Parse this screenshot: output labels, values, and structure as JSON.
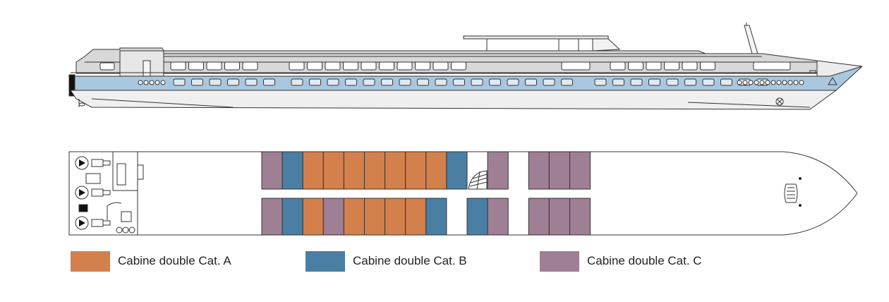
{
  "colors": {
    "cat_a": "#d4804d",
    "cat_b": "#4a7fa3",
    "cat_c": "#9e7f94",
    "hull_band": "#a9c8df",
    "superstructure": "#d8d8d8",
    "line": "#333333"
  },
  "legend": [
    {
      "label": "Cabine double Cat. A",
      "color_key": "cat_a"
    },
    {
      "label": "Cabine double Cat. B",
      "color_key": "cat_b"
    },
    {
      "label": "Cabine double Cat. C",
      "color_key": "cat_c"
    }
  ],
  "deck_plan": {
    "top_row": [
      "C",
      "B",
      "A",
      "A",
      "A",
      "A",
      "A",
      "A",
      "A",
      "B",
      "stair",
      "C",
      "gap",
      "C",
      "C",
      "C"
    ],
    "bottom_row": [
      "C",
      "B",
      "A",
      "C",
      "A",
      "A",
      "A",
      "A",
      "B",
      "gap",
      "B",
      "C",
      "gap",
      "C",
      "C",
      "C"
    ]
  },
  "icons": [
    "propeller-icon",
    "anchor-icon",
    "staircase-icon",
    "ship-wheel-icon"
  ]
}
